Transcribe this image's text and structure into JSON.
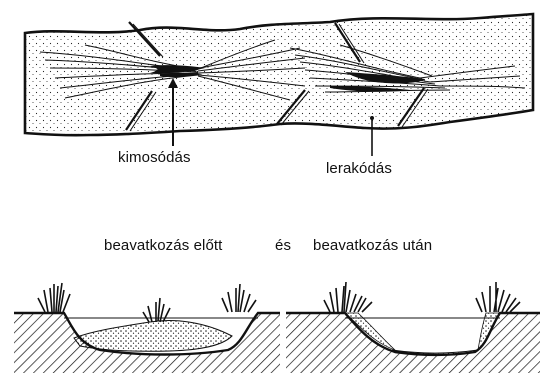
{
  "labels": {
    "erosion": "kimosódás",
    "deposition": "lerakódás",
    "before": "beavatkozás előtt",
    "and": "és",
    "after": "beavatkozás után"
  },
  "colors": {
    "ink": "#111111",
    "paper": "#ffffff"
  }
}
